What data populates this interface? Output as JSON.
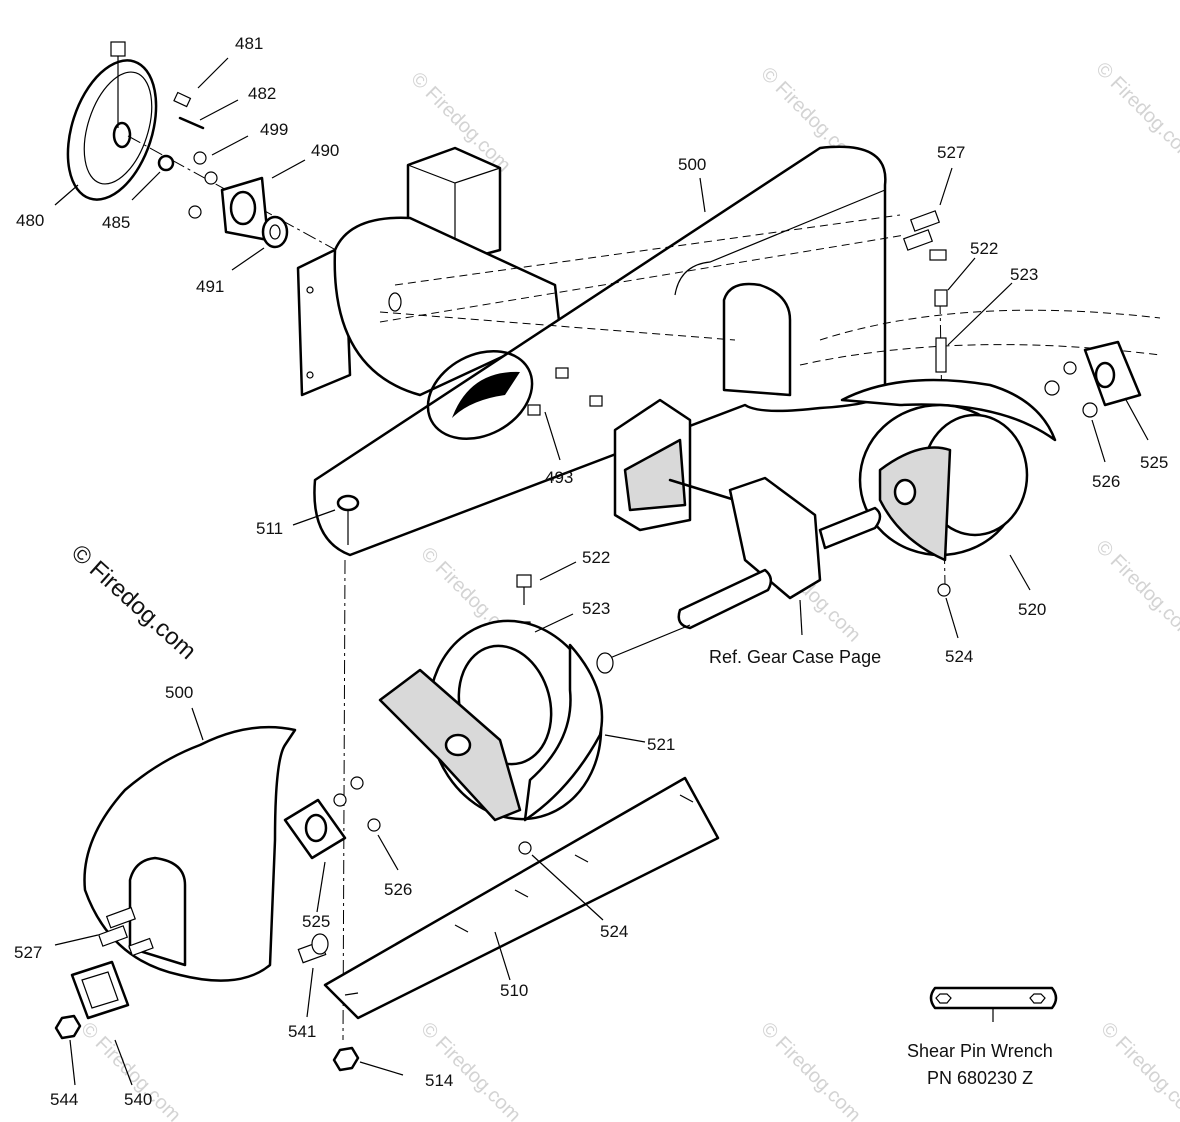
{
  "watermark": "© Firedog.com",
  "callouts": [
    {
      "id": "c481",
      "text": "481"
    },
    {
      "id": "c482",
      "text": "482"
    },
    {
      "id": "c499",
      "text": "499"
    },
    {
      "id": "c490",
      "text": "490"
    },
    {
      "id": "c480",
      "text": "480"
    },
    {
      "id": "c485",
      "text": "485"
    },
    {
      "id": "c491",
      "text": "491"
    },
    {
      "id": "c500a",
      "text": "500"
    },
    {
      "id": "c527a",
      "text": "527"
    },
    {
      "id": "c522a",
      "text": "522"
    },
    {
      "id": "c523a",
      "text": "523"
    },
    {
      "id": "c525a",
      "text": "525"
    },
    {
      "id": "c526a",
      "text": "526"
    },
    {
      "id": "c493",
      "text": "493"
    },
    {
      "id": "c511",
      "text": "511"
    },
    {
      "id": "c520",
      "text": "520"
    },
    {
      "id": "c524a",
      "text": "524"
    },
    {
      "id": "c522b",
      "text": "522"
    },
    {
      "id": "c523b",
      "text": "523"
    },
    {
      "id": "c521",
      "text": "521"
    },
    {
      "id": "c500b",
      "text": "500"
    },
    {
      "id": "c525b",
      "text": "525"
    },
    {
      "id": "c526b",
      "text": "526"
    },
    {
      "id": "c524b",
      "text": "524"
    },
    {
      "id": "c527b",
      "text": "527"
    },
    {
      "id": "c510",
      "text": "510"
    },
    {
      "id": "c541",
      "text": "541"
    },
    {
      "id": "c514",
      "text": "514"
    },
    {
      "id": "c544",
      "text": "544"
    },
    {
      "id": "c540",
      "text": "540"
    }
  ],
  "notes": {
    "gear_case_ref": "Ref. Gear Case Page",
    "wrench_line1": "Shear Pin Wrench",
    "wrench_line2": "PN 680230 Z"
  }
}
